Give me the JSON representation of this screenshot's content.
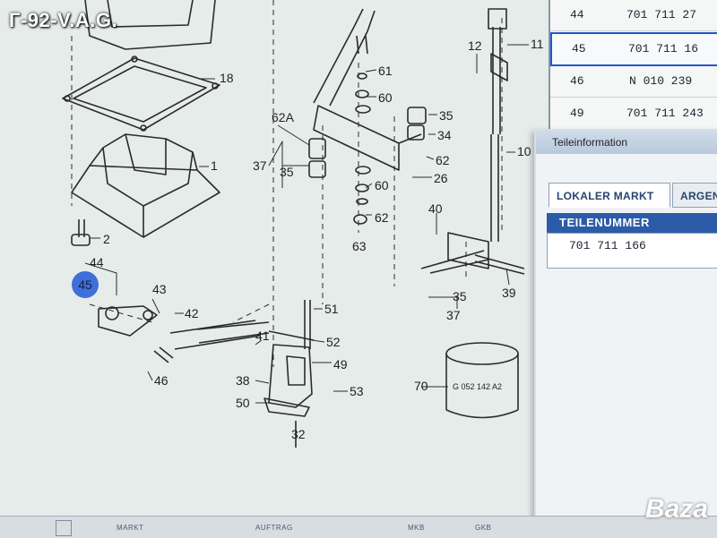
{
  "watermark": {
    "top": "Г-92-V.A.G.",
    "bottom": "Baza"
  },
  "diagram": {
    "callouts": [
      "18",
      "1",
      "2",
      "44",
      "45",
      "43",
      "42",
      "46",
      "41",
      "38",
      "50",
      "51",
      "52",
      "49",
      "53",
      "32",
      "61",
      "60",
      "62A",
      "37",
      "35",
      "34",
      "62",
      "26",
      "40",
      "12",
      "11",
      "10",
      "39",
      "63",
      "70"
    ],
    "part_label": "G 052 142 A2",
    "selected_position": "45"
  },
  "parts_list": {
    "rows": [
      {
        "pos": "44",
        "part": "701 711 27"
      },
      {
        "pos": "45",
        "part": "701 711 16"
      },
      {
        "pos": "46",
        "part": "N  010 239"
      },
      {
        "pos": "49",
        "part": "701 711 243"
      }
    ]
  },
  "info_window": {
    "title": "Teileinformation",
    "tabs": [
      "LOKALER MARKT",
      "ARGEN"
    ],
    "field_header": "TEILENUMMER",
    "field_value": "701 711 166"
  },
  "status_bar": {
    "items": [
      "MARKT",
      "AUFTRAG",
      "MKB",
      "GKB"
    ]
  },
  "colors": {
    "highlight": "#3f6fd8",
    "header_blue": "#2c5ba8"
  }
}
